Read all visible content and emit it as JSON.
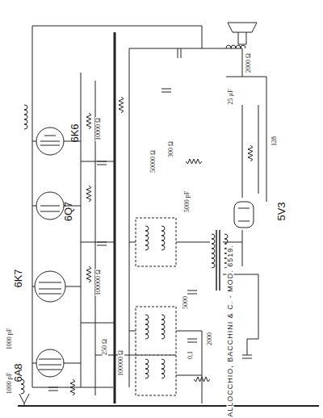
{
  "diagram": {
    "title": "ALLOCCHIO, BACCHINI & C. - MOD. 6519.",
    "labels": [
      "6K6",
      "6Q7",
      "6K7",
      "6A8",
      "5V3",
      "10000 Ω",
      "2000 Ω",
      "128",
      "25 μF",
      "50000 Ω",
      "1000 pF",
      "5000",
      "100000 Ω",
      "250 Ω",
      "300 Ω",
      "100000 Ω",
      "0,1",
      "5000 pF",
      "2000",
      "1000 pF"
    ]
  }
}
